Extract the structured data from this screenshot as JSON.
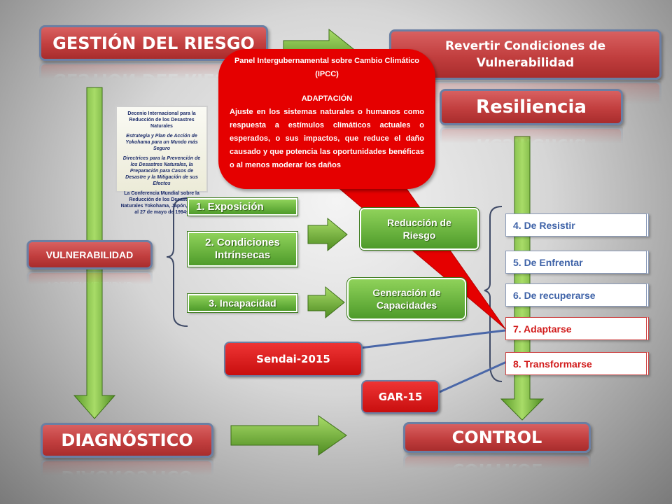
{
  "titles": {
    "gestion": "GESTIÓN DEL RIESGO",
    "revertir": "Revertir Condiciones de Vulnerabilidad",
    "resiliencia": "Resiliencia",
    "vulnerabilidad": "VULNERABILIDAD",
    "diagnostico": "DIAGNÓSTICO",
    "control": "CONTROL"
  },
  "document": {
    "lines": [
      "Decenio Internacional para la Reducción de los Desastres Naturales",
      "Estrategia y Plan de Acción de Yokohama para un Mundo más Seguro",
      "Directrices para la Prevención de los Desastres Naturales, la Preparación para Casos de Desastre y la Mitigación de sus Efectos",
      "La Conferencia Mundial sobre la Reducción de los Desastres Naturales Yokohama, Japón, del 23 al 27 de mayo de 1994s"
    ]
  },
  "vulnerability_factors": [
    {
      "label": "1. Exposición"
    },
    {
      "label": "2. Condiciones Intrínsecas"
    },
    {
      "label": "3. Incapacidad"
    }
  ],
  "middle_boxes": {
    "reduccion": "Reducción de Riesgo",
    "generacion": "Generación de Capacidades"
  },
  "resilience_capacities": [
    {
      "label": "4. De Resistir"
    },
    {
      "label": "5. De Enfrentar"
    },
    {
      "label": "6. De recuperarse"
    },
    {
      "label": "7. Adaptarse"
    },
    {
      "label": "8. Transformarse"
    }
  ],
  "frameworks": {
    "sendai": "Sendai-2015",
    "gar": "GAR-15"
  },
  "callout": {
    "heading": "Panel Intergubernamental sobre Cambio Climático (IPCC)",
    "subheading": "ADAPTACIÓN",
    "body": "Ajuste en los sistemas naturales o humanos como respuesta a estímulos climáticos actuales o esperados, o sus impactos, que reduce el daño causado y que potencia las oportunidades benéficas o al menos moderar los daños"
  },
  "colors": {
    "title_red": "#c13e3e",
    "arrow_green": "#7ab83c",
    "callout_red": "#e50000",
    "capacity_blue": "#3f63a8",
    "capacity_red": "#d11a1a"
  }
}
